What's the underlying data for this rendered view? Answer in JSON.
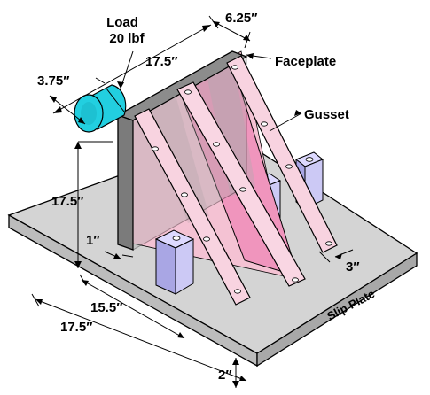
{
  "diagram": {
    "load_label": "Load",
    "load_value": "20 lbf",
    "faceplate_label": "Faceplate",
    "gusset_label": "Gusset",
    "slip_plate_label": "Slip Plate",
    "dims": {
      "top_width": "6.25″",
      "top_length": "17.5″",
      "load_width": "3.75″",
      "height": "17.5″",
      "faceplate_thickness": "1″",
      "gusset_thickness": "3″",
      "base_inner": "15.5″",
      "base_outer": "17.5″",
      "plate_thickness": "2″"
    },
    "colors": {
      "plate_top": "#d4d4d4",
      "plate_side": "#bcbcbc",
      "gusset_light": "#f4c2d3",
      "gusset_mid": "#f095bd",
      "block": "#ccc9f5",
      "block_side": "#a9a6e4",
      "load": "#22cfe0"
    }
  }
}
